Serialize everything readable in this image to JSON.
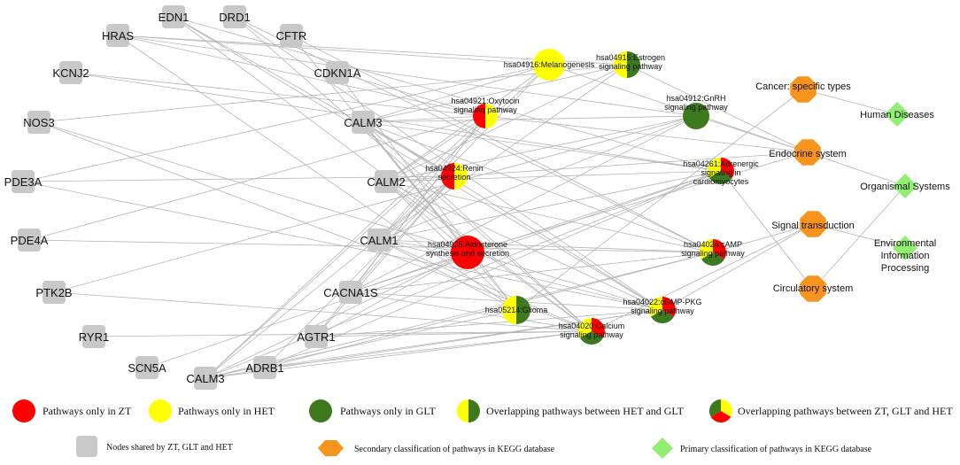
{
  "gene_nodes": [
    {
      "id": "EDN1",
      "label": "EDN1"
    },
    {
      "id": "DRD1",
      "label": "DRD1"
    },
    {
      "id": "HRAS",
      "label": "HRAS"
    },
    {
      "id": "CFTR",
      "label": "CFTR"
    },
    {
      "id": "KCNJ2",
      "label": "KCNJ2"
    },
    {
      "id": "CDKN1A",
      "label": "CDKN1A"
    },
    {
      "id": "NOS3",
      "label": "NOS3"
    },
    {
      "id": "CALM3a",
      "label": "CALM3"
    },
    {
      "id": "PDE3A",
      "label": "PDE3A"
    },
    {
      "id": "CALM2",
      "label": "CALM2"
    },
    {
      "id": "PDE4A",
      "label": "PDE4A"
    },
    {
      "id": "CALM1",
      "label": "CALM1"
    },
    {
      "id": "PTK2B",
      "label": "PTK2B"
    },
    {
      "id": "CACNA1S",
      "label": "CACNA1S"
    },
    {
      "id": "RYR1",
      "label": "RYR1"
    },
    {
      "id": "AGTR1",
      "label": "AGTR1"
    },
    {
      "id": "SCN5A",
      "label": "SCN5A"
    },
    {
      "id": "ADRB1",
      "label": "ADRB1"
    },
    {
      "id": "CALM3b",
      "label": "CALM3"
    }
  ],
  "pathway_nodes": [
    {
      "id": "p4916",
      "label": [
        "hsa04916:Melanogenesis"
      ],
      "colors": [
        "#ffff00"
      ]
    },
    {
      "id": "p4915",
      "label": [
        "hsa04915:Estrogen",
        "signaling pathway"
      ],
      "colors": [
        "#ffff00",
        "#3d7a1f"
      ]
    },
    {
      "id": "p4921",
      "label": [
        "hsa04921:Oxytocin",
        "signaling pathway"
      ],
      "colors": [
        "#ff0000",
        "#ffff00"
      ]
    },
    {
      "id": "p4912",
      "label": [
        "hsa04912:GnRH",
        "signaling pathway"
      ],
      "colors": [
        "#3d7a1f"
      ]
    },
    {
      "id": "p4924",
      "label": [
        "hsa04924:Renin",
        "secretion"
      ],
      "colors": [
        "#ff0000",
        "#ffff00"
      ]
    },
    {
      "id": "p4261",
      "label": [
        "hsa04261:Adrenergic",
        "signaling in",
        "cardiomyocytes"
      ],
      "colors": [
        "#ff0000",
        "#3d7a1f",
        "#ffff00"
      ]
    },
    {
      "id": "p4925",
      "label": [
        "hsa04925:Aldosterone",
        "synthesis and secretion"
      ],
      "colors": [
        "#ff0000"
      ]
    },
    {
      "id": "p4024",
      "label": [
        "hsa04024:cAMP",
        "signaling pathway"
      ],
      "colors": [
        "#ff0000",
        "#3d7a1f",
        "#ffff00"
      ]
    },
    {
      "id": "p5214",
      "label": [
        "hsa05214:Glioma"
      ],
      "colors": [
        "#ffff00",
        "#3d7a1f"
      ]
    },
    {
      "id": "p4022",
      "label": [
        "hsa04022:cGMP-PKG",
        "signaling pathway"
      ],
      "colors": [
        "#ff0000",
        "#3d7a1f",
        "#ffff00"
      ]
    },
    {
      "id": "p4020",
      "label": [
        "hsa04020:Calcium",
        "signaling pathway"
      ],
      "colors": [
        "#ff0000",
        "#3d7a1f",
        "#ffff00"
      ]
    }
  ],
  "secondary_nodes": [
    {
      "id": "s_cancer",
      "label": "Cancer: specific types"
    },
    {
      "id": "s_endo",
      "label": "Endocrine system"
    },
    {
      "id": "s_signal",
      "label": "Signal transduction"
    },
    {
      "id": "s_circ",
      "label": "Circulatory system"
    }
  ],
  "primary_nodes": [
    {
      "id": "c_hd",
      "label": [
        "Human Diseases"
      ]
    },
    {
      "id": "c_os",
      "label": [
        "Organismal Systems"
      ]
    },
    {
      "id": "c_eip",
      "label": [
        "Environmental",
        "Information",
        "Processing"
      ]
    }
  ],
  "edges": [
    [
      "EDN1",
      "p4924"
    ],
    [
      "EDN1",
      "p4261"
    ],
    [
      "EDN1",
      "p4022"
    ],
    [
      "EDN1",
      "p4020"
    ],
    [
      "DRD1",
      "p4024"
    ],
    [
      "DRD1",
      "p4022"
    ],
    [
      "DRD1",
      "p4020"
    ],
    [
      "HRAS",
      "p4916"
    ],
    [
      "HRAS",
      "p4915"
    ],
    [
      "HRAS",
      "p4912"
    ],
    [
      "HRAS",
      "p5214"
    ],
    [
      "HRAS",
      "p4921"
    ],
    [
      "CFTR",
      "p4024"
    ],
    [
      "CFTR",
      "p4925"
    ],
    [
      "KCNJ2",
      "p4261"
    ],
    [
      "KCNJ2",
      "p4921"
    ],
    [
      "CDKN1A",
      "p5214"
    ],
    [
      "CDKN1A",
      "p4921"
    ],
    [
      "NOS3",
      "p4915"
    ],
    [
      "NOS3",
      "p4022"
    ],
    [
      "NOS3",
      "p4020"
    ],
    [
      "CALM3a",
      "p4916"
    ],
    [
      "CALM3a",
      "p4915"
    ],
    [
      "CALM3a",
      "p4921"
    ],
    [
      "CALM3a",
      "p4912"
    ],
    [
      "CALM3a",
      "p4924"
    ],
    [
      "CALM3a",
      "p4261"
    ],
    [
      "CALM3a",
      "p4925"
    ],
    [
      "CALM3a",
      "p4024"
    ],
    [
      "CALM3a",
      "p5214"
    ],
    [
      "CALM3a",
      "p4022"
    ],
    [
      "CALM3a",
      "p4020"
    ],
    [
      "PDE3A",
      "p4924"
    ],
    [
      "PDE3A",
      "p4022"
    ],
    [
      "PDE3A",
      "p4916"
    ],
    [
      "CALM2",
      "p4916"
    ],
    [
      "CALM2",
      "p4915"
    ],
    [
      "CALM2",
      "p4921"
    ],
    [
      "CALM2",
      "p4912"
    ],
    [
      "CALM2",
      "p4924"
    ],
    [
      "CALM2",
      "p4261"
    ],
    [
      "CALM2",
      "p4925"
    ],
    [
      "CALM2",
      "p4024"
    ],
    [
      "CALM2",
      "p5214"
    ],
    [
      "CALM2",
      "p4022"
    ],
    [
      "CALM2",
      "p4020"
    ],
    [
      "PDE4A",
      "p4024"
    ],
    [
      "PDE4A",
      "p4921"
    ],
    [
      "CALM1",
      "p4916"
    ],
    [
      "CALM1",
      "p4915"
    ],
    [
      "CALM1",
      "p4921"
    ],
    [
      "CALM1",
      "p4912"
    ],
    [
      "CALM1",
      "p4924"
    ],
    [
      "CALM1",
      "p4261"
    ],
    [
      "CALM1",
      "p4925"
    ],
    [
      "CALM1",
      "p4024"
    ],
    [
      "CALM1",
      "p5214"
    ],
    [
      "CALM1",
      "p4022"
    ],
    [
      "CALM1",
      "p4020"
    ],
    [
      "PTK2B",
      "p4020"
    ],
    [
      "PTK2B",
      "p4912"
    ],
    [
      "CACNA1S",
      "p4921"
    ],
    [
      "CACNA1S",
      "p4912"
    ],
    [
      "CACNA1S",
      "p4261"
    ],
    [
      "CACNA1S",
      "p4925"
    ],
    [
      "CACNA1S",
      "p4024"
    ],
    [
      "CACNA1S",
      "p4022"
    ],
    [
      "CACNA1S",
      "p4020"
    ],
    [
      "CACNA1S",
      "p4924"
    ],
    [
      "RYR1",
      "p4020"
    ],
    [
      "RYR1",
      "p4922x"
    ],
    [
      "AGTR1",
      "p4924"
    ],
    [
      "AGTR1",
      "p4925"
    ],
    [
      "AGTR1",
      "p4020"
    ],
    [
      "AGTR1",
      "p4022"
    ],
    [
      "AGTR1",
      "p4921"
    ],
    [
      "SCN5A",
      "p4261"
    ],
    [
      "ADRB1",
      "p4020"
    ],
    [
      "ADRB1",
      "p4024"
    ],
    [
      "ADRB1",
      "p4261"
    ],
    [
      "ADRB1",
      "p4022"
    ],
    [
      "ADRB1",
      "p4924"
    ],
    [
      "CALM3b",
      "p4916"
    ],
    [
      "CALM3b",
      "p4921"
    ],
    [
      "CALM3b",
      "p4924"
    ],
    [
      "CALM3b",
      "p4925"
    ],
    [
      "CALM3b",
      "p4022"
    ],
    [
      "CALM3b",
      "p4020"
    ],
    [
      "CALM3b",
      "p4261"
    ],
    [
      "CALM3b",
      "p4024"
    ],
    [
      "CALM3b",
      "p5214"
    ],
    [
      "p4916",
      "s_endo"
    ],
    [
      "p4915",
      "s_endo"
    ],
    [
      "p4921",
      "s_endo"
    ],
    [
      "p4912",
      "s_endo"
    ],
    [
      "p4924",
      "s_endo"
    ],
    [
      "p4925",
      "s_endo"
    ],
    [
      "p5214",
      "s_cancer"
    ],
    [
      "p4024",
      "s_signal"
    ],
    [
      "p4022",
      "s_signal"
    ],
    [
      "p4020",
      "s_signal"
    ],
    [
      "p4261",
      "s_circ"
    ],
    [
      "s_cancer",
      "c_hd"
    ],
    [
      "s_endo",
      "c_os"
    ],
    [
      "s_circ",
      "c_os"
    ],
    [
      "s_signal",
      "c_eip"
    ]
  ],
  "colors": {
    "zt": "#ff0000",
    "het": "#ffff00",
    "glt": "#3d7a1f",
    "gene": "#c8c8c8",
    "secondary": "#f7941d",
    "primary": "#90ee70",
    "edge": "#b5b5b5"
  },
  "legend": {
    "zt": "Pathways only in ZT",
    "het": "Pathways only in HET",
    "glt": "Pathways only in GLT",
    "het_glt": "Overlapping pathways between HET and GLT",
    "zt_glt_het": "Overlapping pathways between ZT, GLT and HET",
    "shared": "Nodes shared by ZT, GLT and HET",
    "secondary": "Secondary classification of pathways in KEGG database",
    "primary": "Primary classification of pathways in KEGG database"
  }
}
